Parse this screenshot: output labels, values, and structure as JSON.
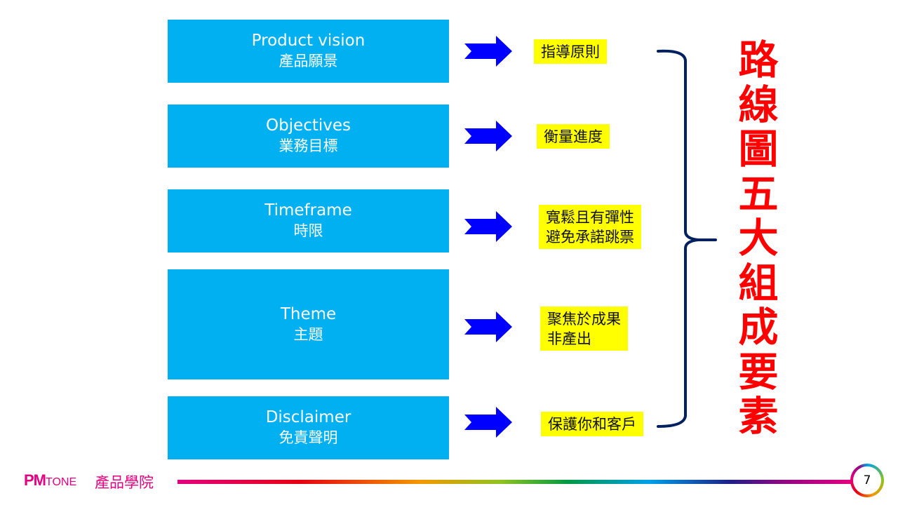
{
  "slide": {
    "components": [
      {
        "en": "Product vision",
        "zh": "產品願景",
        "note_lines": [
          "指導原則"
        ]
      },
      {
        "en": "Objectives",
        "zh": "業務目標",
        "note_lines": [
          "衡量進度"
        ]
      },
      {
        "en": "Timeframe",
        "zh": "時限",
        "note_lines": [
          "寬鬆且有彈性",
          "避免承諾跳票"
        ]
      },
      {
        "en": "Theme",
        "zh": "主題",
        "note_lines": [
          "聚焦於成果",
          "非產出"
        ]
      },
      {
        "en": "Disclaimer",
        "zh": "免責聲明",
        "note_lines": [
          "保護你和客戶"
        ]
      }
    ],
    "vertical_title_chars": [
      "路",
      "線",
      "圖",
      "五",
      "大",
      "組",
      "成",
      "要",
      "素"
    ],
    "icons": {
      "arrow": "right-arrow-icon",
      "brace": "right-curly-brace"
    }
  },
  "footer": {
    "logo_pm": "PM",
    "logo_tone": "TONE",
    "school": "產品學院",
    "page_number": "7"
  },
  "colors": {
    "box_blue": "#00b0f0",
    "note_yellow": "#ffff00",
    "arrow_blue": "#0000ff",
    "brace_navy": "#002060",
    "title_red": "#ff0000",
    "brand_pink": "#e4007f"
  }
}
